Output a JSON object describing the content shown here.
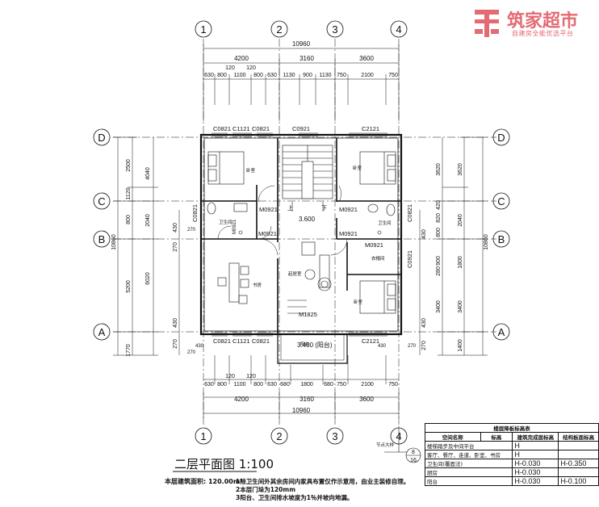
{
  "watermark": {
    "name": "筑家超市",
    "slogan": "自建房全能优选平台"
  },
  "drawing": {
    "title": "二层平面图 1:100",
    "area_label": "本层建筑面积: 120.00m²",
    "notes": [
      "1除卫生间外其余房间内家具布置仅作示意用，由业主装修自理。",
      "2本层门垛为120mm",
      "3阳台、卫生间排水坡度为1％并坡向地漏。"
    ]
  },
  "axes": {
    "columns": [
      "1",
      "2",
      "3",
      "4"
    ],
    "rows": [
      "D",
      "C",
      "B",
      "A"
    ]
  },
  "dims": {
    "top_total": "10960",
    "top_bays": [
      "4200",
      "3160",
      "3600"
    ],
    "top_detail": [
      "630",
      "800",
      "120",
      "1100",
      "120",
      "800",
      "630",
      "1130",
      "900",
      "1130",
      "750",
      "2100",
      "750"
    ],
    "bottom_detail": [
      "630",
      "800",
      "120",
      "1100",
      "120",
      "800",
      "630",
      "680",
      "1800",
      "680",
      "750",
      "2100",
      "750"
    ],
    "bottom_bays": [
      "4200",
      "3160",
      "3600"
    ],
    "bottom_total": "10960",
    "left_outer": "10860",
    "left_bays": [
      "4040",
      "2040",
      "6020"
    ],
    "left_detail": [
      "2500",
      "1120",
      "800",
      "430",
      "270",
      "5200",
      "430"
    ],
    "left_extra": [
      "1770",
      "270"
    ],
    "right_outer": "10860",
    "right_bays": [
      "3620",
      "2040",
      "3400",
      "1400"
    ],
    "right_mid": [
      "3620",
      "420",
      "820",
      "800",
      "430",
      "900",
      "280",
      "1800",
      "3400",
      "430"
    ],
    "right_extra": [
      "270"
    ]
  },
  "labels": {
    "windows_top": [
      "C0821",
      "C1121",
      "C0821",
      "C0921",
      "C2121"
    ],
    "windows_bottom": [
      "C0821",
      "C1121",
      "C0821",
      "C2121"
    ],
    "doors": [
      "M0921",
      "M0921",
      "M0921",
      "M0921",
      "M0921",
      "M0921",
      "M1825"
    ],
    "windows_side": [
      "C0821",
      "C0821",
      "C0921"
    ],
    "level_stair": "3.600",
    "level_balcony": "3.400 (阳台)",
    "stair_up": "上",
    "stair_down": "下",
    "rooms": [
      "卧室",
      "卧室",
      "卫生间",
      "卫生间",
      "书房",
      "起居室",
      "衣帽间",
      "卧室",
      "阳台"
    ],
    "dim_small": [
      "270",
      "430",
      "270",
      "430",
      "270"
    ]
  },
  "detail_marker": {
    "caption": "节点大样",
    "top": "8",
    "bottom": "16"
  },
  "legend": {
    "title": "楼层降板标高表",
    "header": [
      "空间名称",
      "标高",
      "建筑完成面标高",
      "结构板面标高"
    ],
    "rows": [
      {
        "name": "楼梯踏步及中间平台",
        "fin": "H",
        "str": ""
      },
      {
        "name": "客厅、餐厅、走道、卧室、书房",
        "fin": "H",
        "str": ""
      },
      {
        "name": "卫生间(覆面法)",
        "fin": "H-0.030",
        "str": "H-0.350"
      },
      {
        "name": "厨房",
        "fin": "H-0.030",
        "str": ""
      },
      {
        "name": "阳台",
        "fin": "H-0.030",
        "str": "H-0.100"
      }
    ]
  }
}
